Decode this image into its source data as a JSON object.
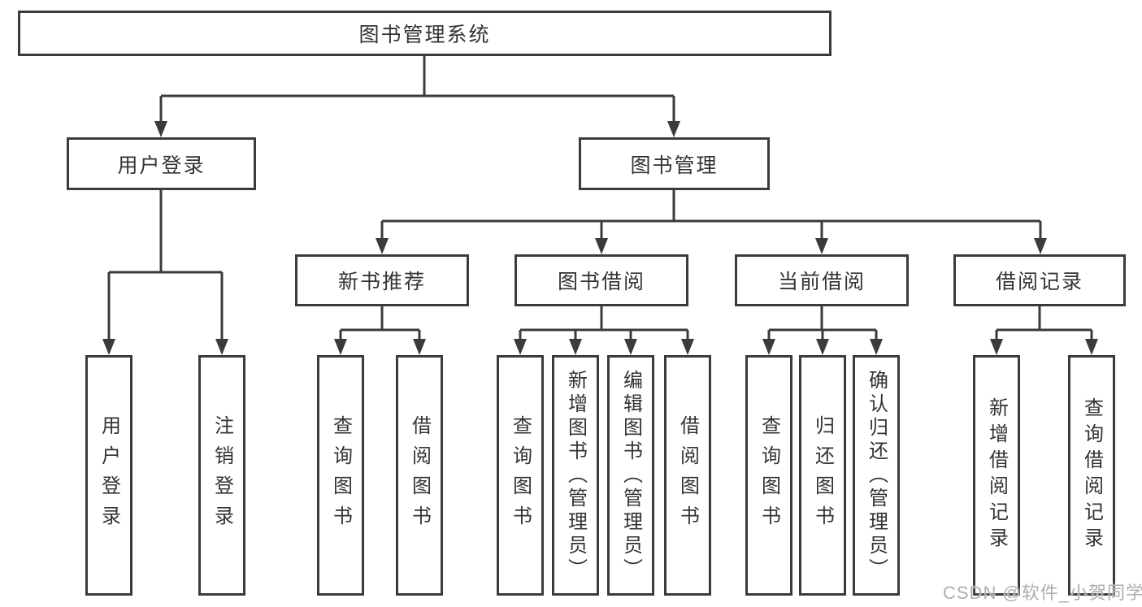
{
  "diagram": {
    "title": "图书管理系统",
    "root": {
      "label": "图书管理系统"
    },
    "level2": [
      {
        "label": "用户登录"
      },
      {
        "label": "图书管理"
      }
    ],
    "level3": [
      {
        "label": "新书推荐"
      },
      {
        "label": "图书借阅"
      },
      {
        "label": "当前借阅"
      },
      {
        "label": "借阅记录"
      }
    ],
    "leaves": {
      "user": [
        "用户登录",
        "注销登录"
      ],
      "newbook": [
        "查询图书",
        "借阅图书"
      ],
      "borrow": [
        "查询图书",
        "新增图书（管理员）",
        "编辑图书（管理员）",
        "借阅图书"
      ],
      "current": [
        "查询图书",
        "归还图书",
        "确认归还（管理员）"
      ],
      "records": [
        "新增借阅记录",
        "查询借阅记录"
      ]
    }
  },
  "watermark": "CSDN @软件_小贺同学",
  "colors": {
    "line": "#3b3b3b",
    "text": "#333333",
    "background": "#ffffff",
    "watermark": "#aeaeae"
  }
}
